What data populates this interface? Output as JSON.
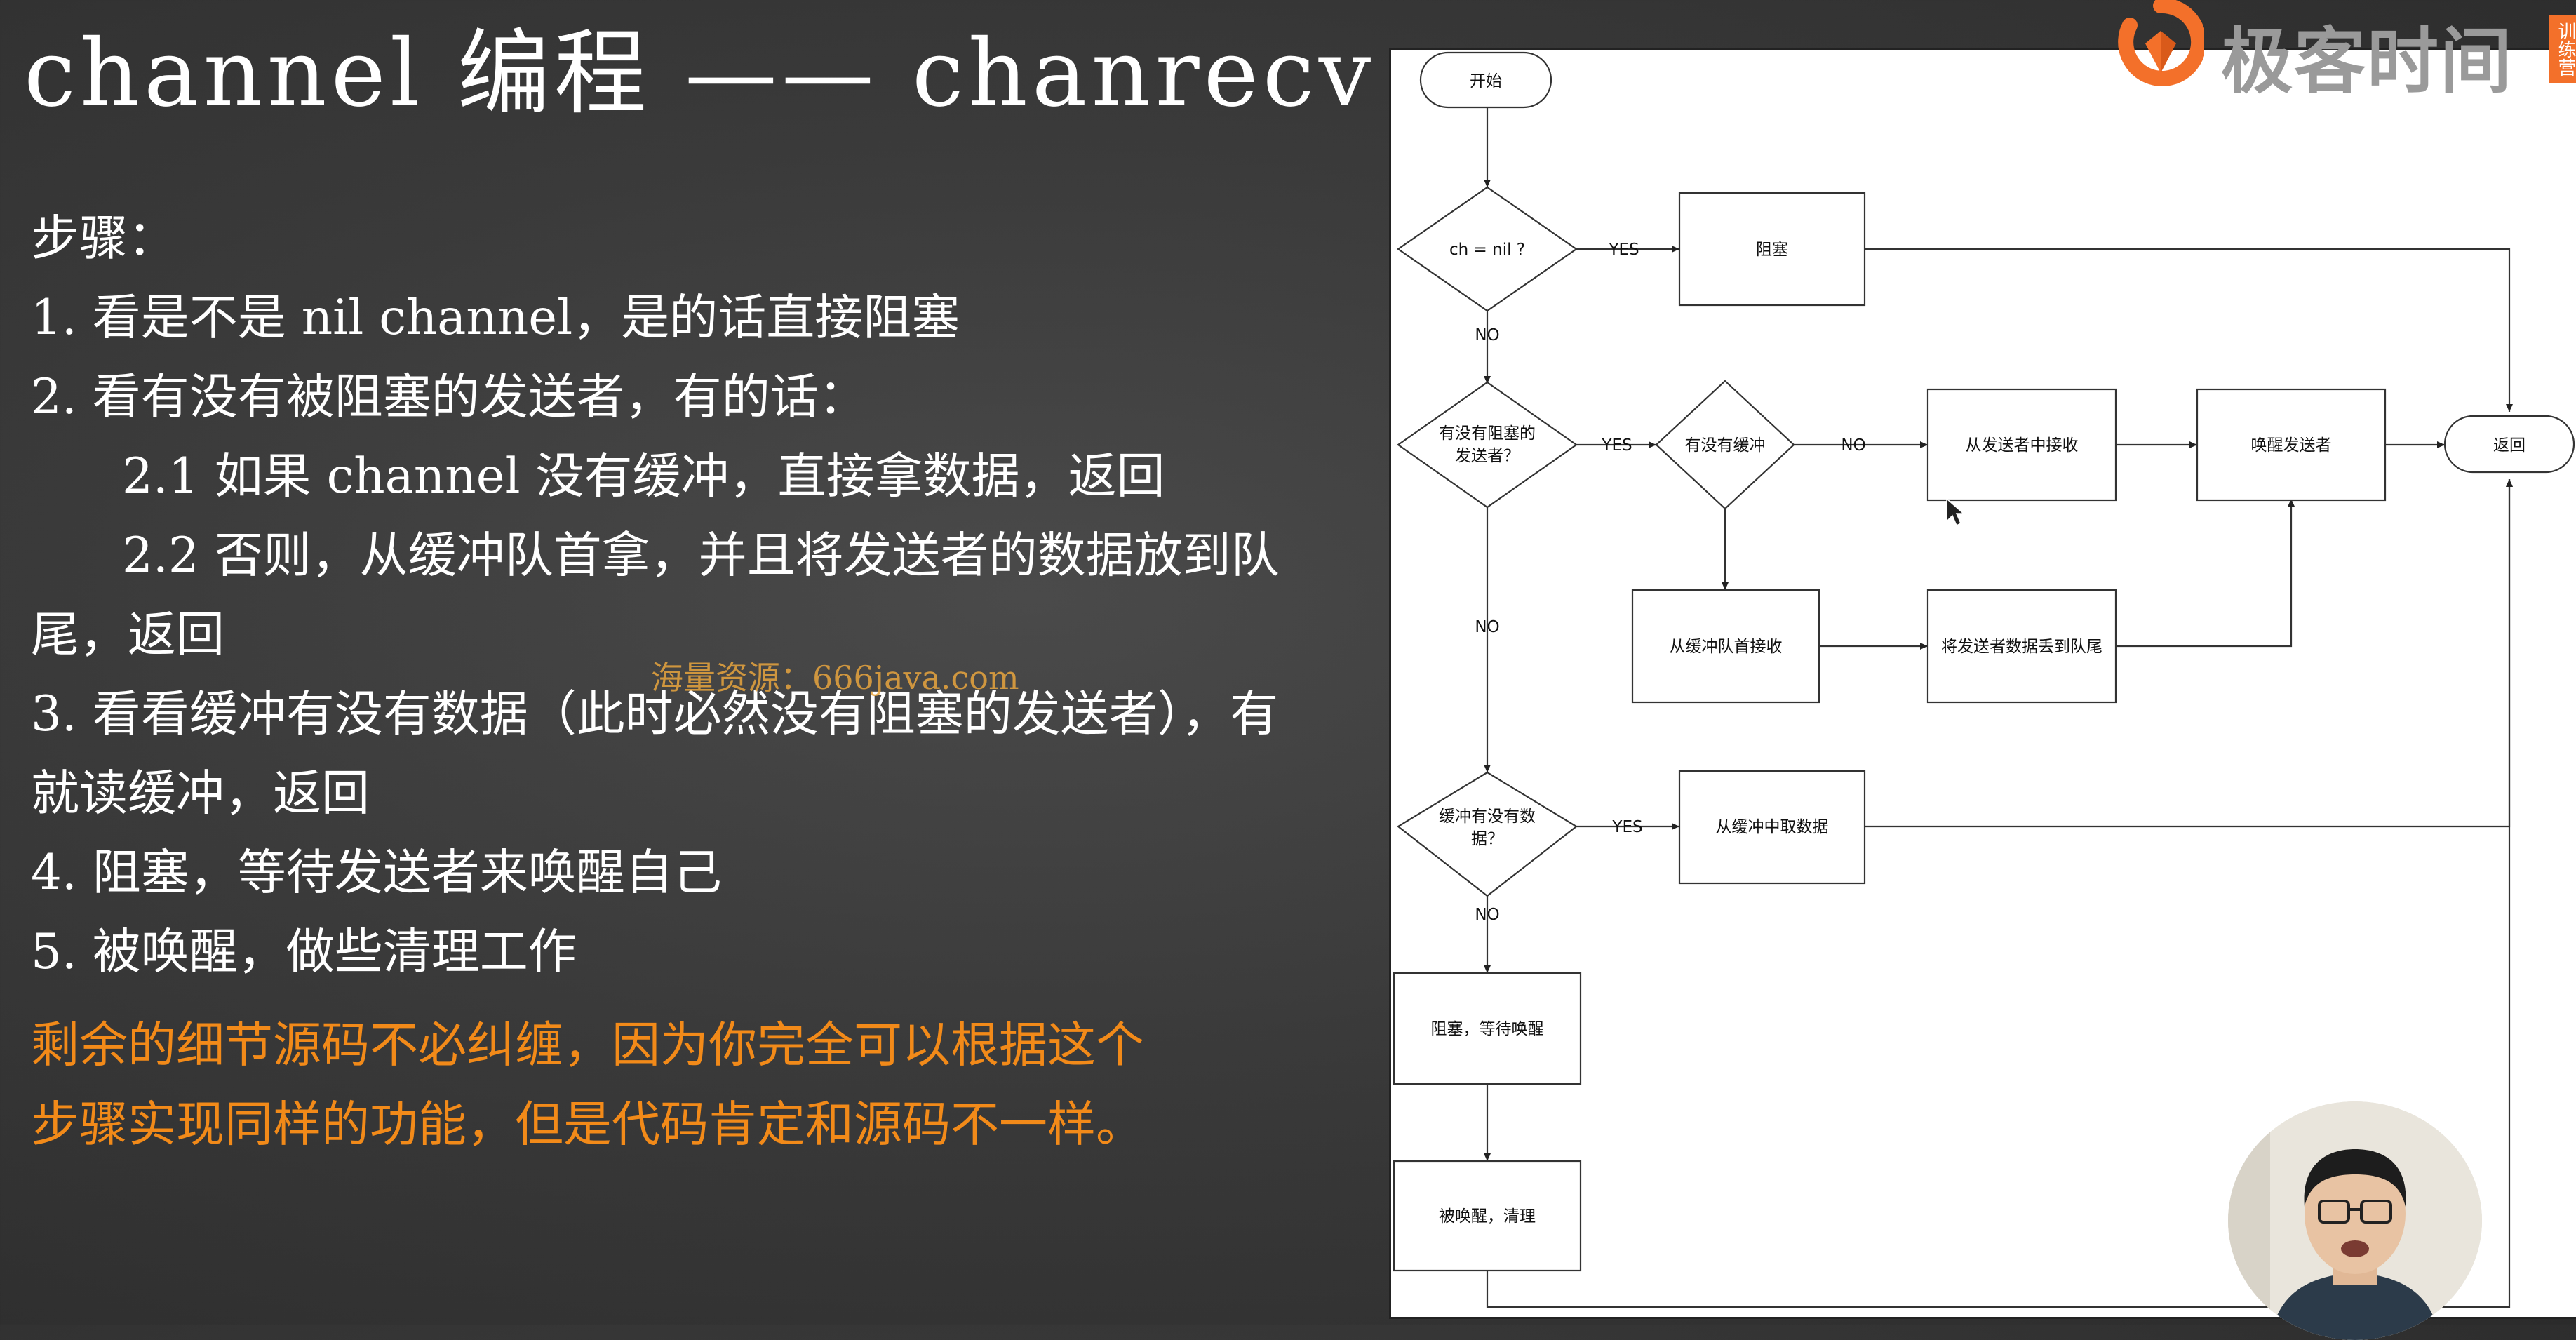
{
  "title": "channel 编程 —— chanrecv",
  "steps": {
    "heading": "步骤：",
    "s1": "1. 看是不是 nil channel，是的话直接阻塞",
    "s2": "2. 看有没有被阻塞的发送者，有的话：",
    "s21": "2.1 如果 channel 没有缓冲，直接拿数据，返回",
    "s22a": "2.2 否则，从缓冲队首拿，并且将发送者的数据放到队",
    "s22b": "尾，返回",
    "s3a": "3. 看看缓冲有没有数据（此时必然没有阻塞的发送者），有",
    "s3b": "就读缓冲，返回",
    "s4": "4. 阻塞，等待发送者来唤醒自己",
    "s5": "5. 被唤醒，做些清理工作"
  },
  "note": {
    "line1": "剩余的细节源码不必纠缠，因为你完全可以根据这个",
    "line2": "步骤实现同样的功能，但是代码肯定和源码不一样。"
  },
  "watermark": "海量资源：666java.com",
  "brand": {
    "name": "极客时间",
    "tag": "训练营",
    "accent": "#f3702a"
  },
  "flowchart": {
    "start": "开始",
    "q_nil": "ch = nil ?",
    "block": "阻塞",
    "q_sender_1": "有没有阻塞的",
    "q_sender_2": "发送者？",
    "q_buffer": "有没有缓冲",
    "recv_from_sender": "从发送者中接收",
    "wake_sender": "唤醒发送者",
    "return": "返回",
    "recv_from_queue_head": "从缓冲队首接收",
    "put_sender_data_tail": "将发送者数据丢到队尾",
    "q_buf_data_1": "缓冲有没有数",
    "q_buf_data_2": "据？",
    "take_from_buffer": "从缓冲中取数据",
    "block_wait": "阻塞，等待唤醒",
    "woken_cleanup": "被唤醒，清理",
    "yes": "YES",
    "no": "NO"
  },
  "colors": {
    "text": "#ffffff",
    "highlight": "#f28a19",
    "watermark": "#e8a53e",
    "panel": "#ffffff"
  }
}
